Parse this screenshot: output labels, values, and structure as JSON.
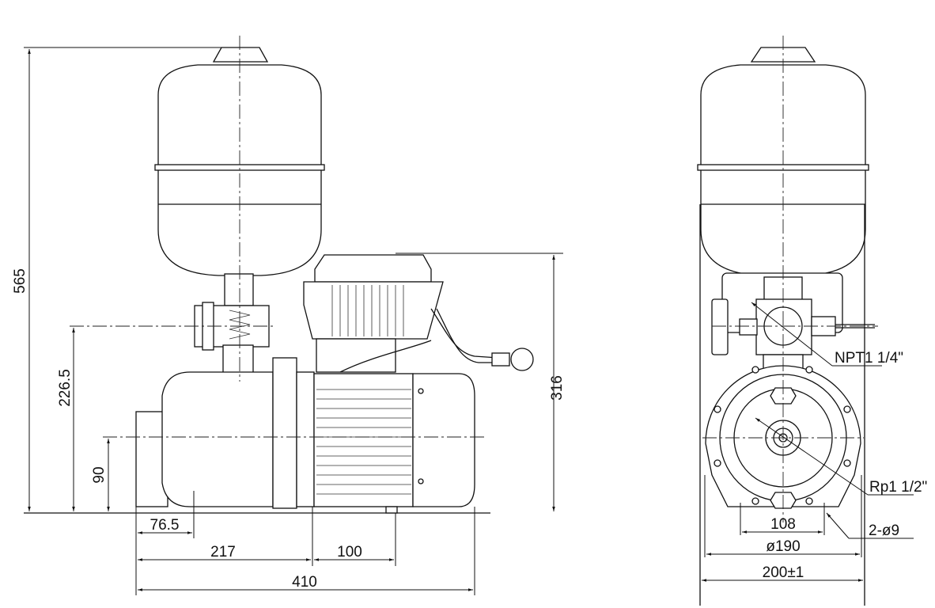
{
  "side_view": {
    "dims": {
      "total_height": "565",
      "outlet_height": "226.5",
      "inlet_height": "90",
      "inlet_offset": "76.5",
      "pump_length": "217",
      "motor_foot": "100",
      "total_length": "410",
      "control_height": "316"
    }
  },
  "front_view": {
    "labels": {
      "outlet_thread": "NPT1 1/4\"",
      "inlet_thread": "Rp1 1/2\"",
      "mount_holes": "2-ø9"
    },
    "dims": {
      "foot_spacing": "108",
      "pump_diameter": "ø190",
      "total_width": "200±1"
    }
  }
}
